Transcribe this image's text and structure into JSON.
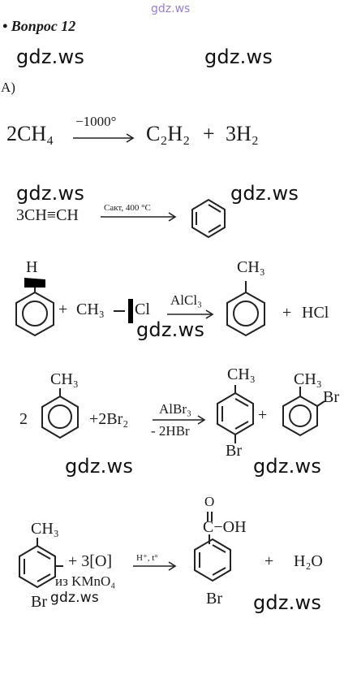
{
  "watermark": "gdz.ws",
  "header": {
    "question_title": "• Вопрос 12",
    "part_label": "A)"
  },
  "reactions": {
    "r1": {
      "reactant": "2CH₄",
      "condition": "−1000°",
      "product1": "C₂H₂",
      "plus": "+",
      "product2": "3H₂"
    },
    "r2": {
      "reactant": "3CH≡CH",
      "condition": "Cакт, 400 °C"
    },
    "r3": {
      "sub_h": "H",
      "plus1": "+",
      "reagent": "CH₃",
      "cl": "Cl",
      "catalyst": "AlCl₃",
      "methyl": "CH₃",
      "plus2": "+",
      "byproduct": "HCl"
    },
    "r4": {
      "coeff": "2",
      "methyl": "CH₃",
      "reagent": "+2Br₂",
      "catalyst": "AlBr₃",
      "removed": "- 2HBr",
      "p1_methyl": "CH₃",
      "p1_br": "Br",
      "plus": "+",
      "p2_methyl": "CH₃",
      "p2_br": "Br"
    },
    "r5": {
      "methyl": "CH₃",
      "br": "Br",
      "oxidant": "+ 3[O]",
      "oxidant_source": "из KMnO₄",
      "condition": "H⁺, t°",
      "carbonyl_o": "O",
      "acid_group": "C−OH",
      "p_br": "Br",
      "plus": "+",
      "water": "H₂O"
    }
  }
}
